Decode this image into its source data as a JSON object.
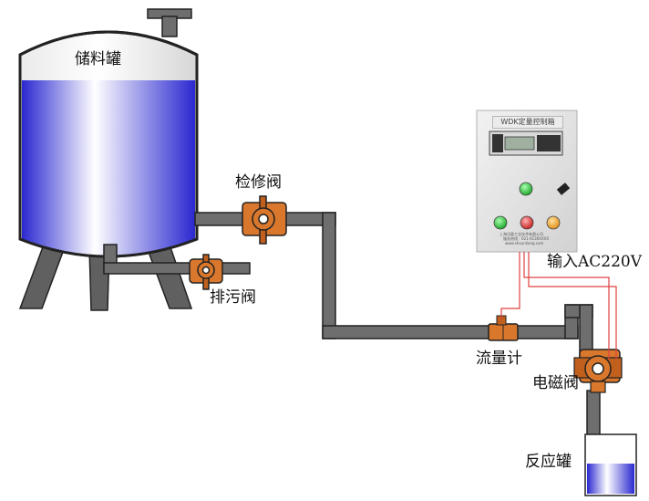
{
  "labels": {
    "storage_tank": "储料罐",
    "inspection_valve": "检修阀",
    "drain_valve": "排污阀",
    "flow_meter": "流量计",
    "solenoid_valve": "电磁阀",
    "reactor_tank": "反应罐",
    "power_input": "输入AC220V"
  },
  "control_box": {
    "title": "WDK定量控制箱",
    "nameplate": [
      "上海迅量工业技术有限公司",
      "服务热线：021-6136XXXX",
      "www.shxunliang.com"
    ]
  },
  "colors": {
    "pipe": "#6e6e6e",
    "liquid": "#3a37d8",
    "valve": "#d9772c",
    "signal_wire": "#e04040",
    "indicator_green": "#22c030",
    "indicator_red": "#e03030",
    "indicator_orange": "#f0a020"
  }
}
